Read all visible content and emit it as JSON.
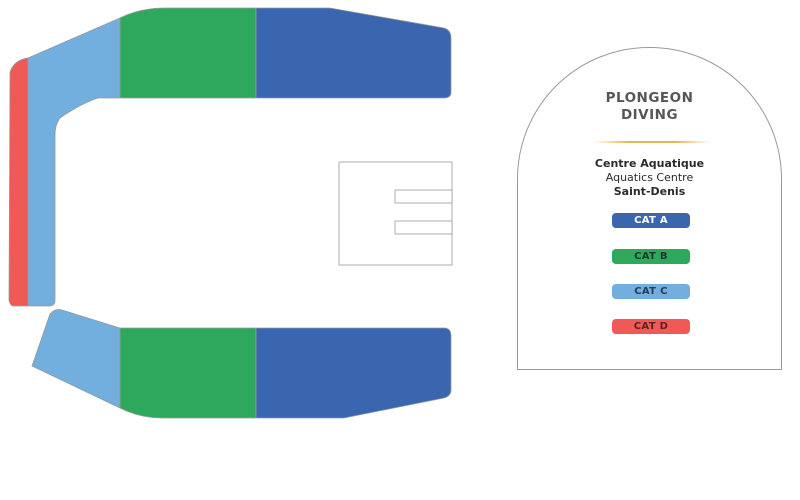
{
  "event": {
    "title_fr": "PLONGEON",
    "title_en": "DIVING"
  },
  "venue": {
    "name_fr": "Centre Aquatique",
    "name_en": "Aquatics Centre",
    "city": "Saint-Denis"
  },
  "categories": [
    {
      "label": "CAT A",
      "color": "#3a66b0",
      "text_color": "#ffffff"
    },
    {
      "label": "CAT B",
      "color": "#2ea85c",
      "text_color": "#1e3a2a"
    },
    {
      "label": "CAT C",
      "color": "#72aede",
      "text_color": "#2a3c55"
    },
    {
      "label": "CAT D",
      "color": "#ef5a57",
      "text_color": "#5a2322"
    }
  ],
  "colors": {
    "outline": "#9a9a9a",
    "accent_gold": "#e6b84f"
  }
}
